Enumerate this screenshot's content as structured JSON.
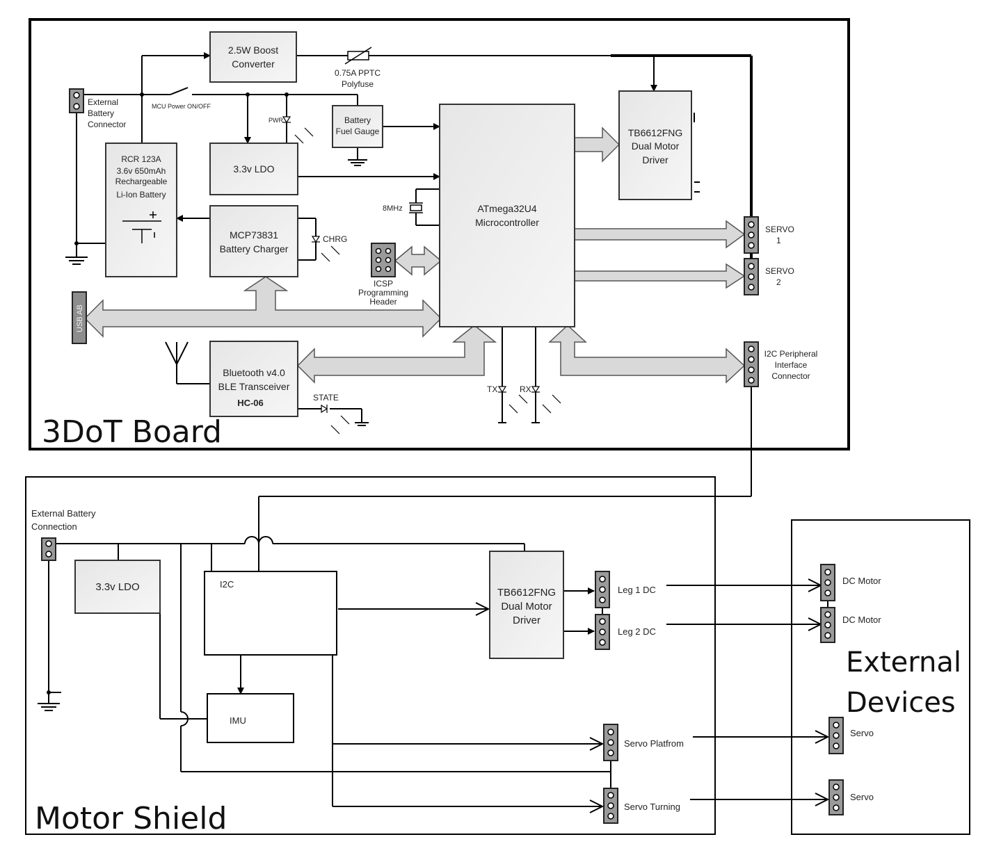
{
  "board": {
    "title": "3DoT Board",
    "boost": [
      "2.5W Boost",
      "Converter"
    ],
    "polyfuse": [
      "0.75A PPTC",
      "Polyfuse"
    ],
    "ext_battery": [
      "External",
      "Battery",
      "Connector"
    ],
    "mcu_switch": "MCU Power ON/OFF",
    "pwr": "PWR",
    "fuel_gauge": [
      "Battery",
      "Fuel Gauge"
    ],
    "battery": [
      "RCR 123A",
      "3.6v 650mAh",
      "Rechargeable",
      "Li-Ion Battery"
    ],
    "ldo": "3.3v LDO",
    "charger": [
      "MCP73831",
      "Battery Charger"
    ],
    "chrg": "CHRG",
    "crystal": "8MHz",
    "mcu": [
      "ATmega32U4",
      "Microcontroller"
    ],
    "motor_driver": [
      "TB6612FNG",
      "Dual Motor",
      "Driver"
    ],
    "servo1": [
      "SERVO",
      "1"
    ],
    "servo2": [
      "SERVO",
      "2"
    ],
    "icsp": [
      "ICSP",
      "Programming",
      "Header"
    ],
    "usb": "USB AB",
    "bluetooth": [
      "Bluetooth v4.0",
      "BLE Transceiver",
      "HC-06"
    ],
    "state": "STATE",
    "tx": "TX",
    "rx": "RX",
    "i2c_conn": [
      "I2C Peripheral",
      "Interface",
      "Connector"
    ]
  },
  "shield": {
    "title": "Motor Shield",
    "ext_battery": [
      "External Battery",
      "Connection"
    ],
    "ldo": "3.3v LDO",
    "i2c": "I2C",
    "imu": "IMU",
    "motor_driver": [
      "TB6612FNG",
      "Dual Motor",
      "Driver"
    ],
    "leg1": "Leg 1  DC",
    "leg2": "Leg 2  DC",
    "servo_platform": "Servo Platfrom",
    "servo_turning": "Servo  Turning"
  },
  "external": {
    "title": [
      "External",
      "Devices"
    ],
    "dc1": "DC Motor",
    "dc2": "DC Motor",
    "servo1": "Servo",
    "servo2": "Servo"
  }
}
